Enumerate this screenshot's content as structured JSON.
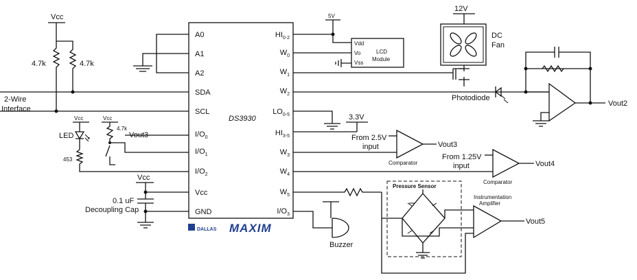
{
  "chip": {
    "name": "DS3930",
    "left_pins": [
      "A0",
      "A1",
      "A2",
      "SDA",
      "SCL",
      "I/O",
      "I/O",
      "I/O",
      "Vcc",
      "GND"
    ],
    "left_pin_subs": [
      "",
      "",
      "",
      "",
      "",
      "0",
      "1",
      "2",
      "",
      ""
    ],
    "right_pins": [
      "HI",
      "W",
      "W",
      "W",
      "LO",
      "HI",
      "W",
      "W",
      "W",
      "I/O"
    ],
    "right_pin_subs": [
      "0-2",
      "0",
      "1",
      "2",
      "0-5",
      "3-5",
      "3",
      "4",
      "5",
      "3"
    ]
  },
  "labels": {
    "vcc_top": "Vcc",
    "r1": "4.7k",
    "r2": "4.7k",
    "two_wire": "2-Wire",
    "interface": "Interface",
    "vcc_led": "Vcc",
    "vcc_sw": "Vcc",
    "r_sw": "4.7k",
    "led": "LED",
    "r_led": "453",
    "vout3_in": "Vout3",
    "vcc_cap": "Vcc",
    "cap_value": "0.1 uF",
    "cap_desc": "Decoupling Cap",
    "five_v": "5V",
    "lcd_vdd": "Vdd",
    "lcd_vo": "Vo",
    "lcd_vss": "Vss",
    "lcd_title": "LCD",
    "lcd_title2": "Module",
    "twelve_v": "12V",
    "fan_title": "DC",
    "fan_title2": "Fan",
    "photodiode": "Photodiode",
    "vout2": "Vout2",
    "three_v": "3.3V",
    "from_25": "From 2.5V",
    "input_25": "input",
    "comparator1": "Comparator",
    "vout3_out": "Vout3",
    "from_125": "From 1.25V",
    "input_125": "input",
    "comparator2": "Comparator",
    "vout4": "Vout4",
    "pressure_sensor": "Pressure Sensor",
    "inst_amp": "Instrumentation",
    "inst_amp2": "Amplifier",
    "vout5": "Vout5",
    "buzzer": "Buzzer",
    "logo_dallas": "DALLAS",
    "logo_maxim": "MAXIM"
  },
  "colors": {
    "line": "#111111",
    "logo_blue": "#1f3f8f"
  }
}
